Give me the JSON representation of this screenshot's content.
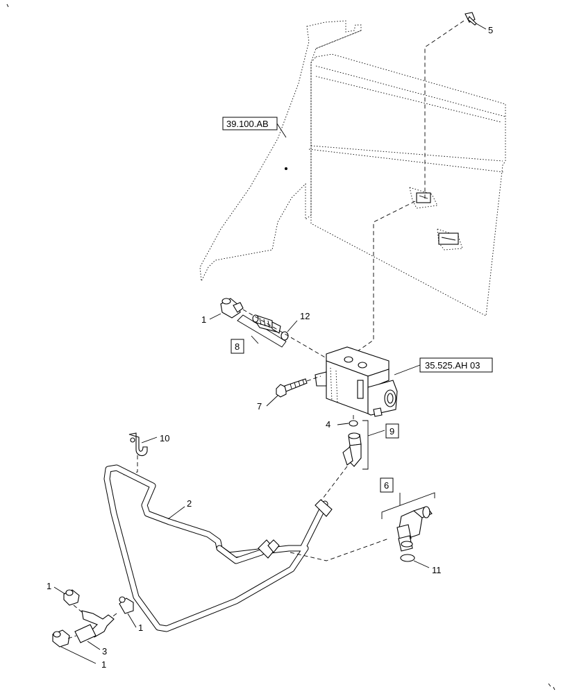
{
  "references": {
    "ref_39": "39.100.AB",
    "ref_35": "35.525.AH 03"
  },
  "callouts": {
    "c1a": "1",
    "c1b": "1",
    "c1c": "1",
    "c1d": "1",
    "c2": "2",
    "c3": "3",
    "c4": "4",
    "c5": "5",
    "c6": "6",
    "c7": "7",
    "c8": "8",
    "c9": "9",
    "c10": "10",
    "c11": "11",
    "c12": "12"
  }
}
